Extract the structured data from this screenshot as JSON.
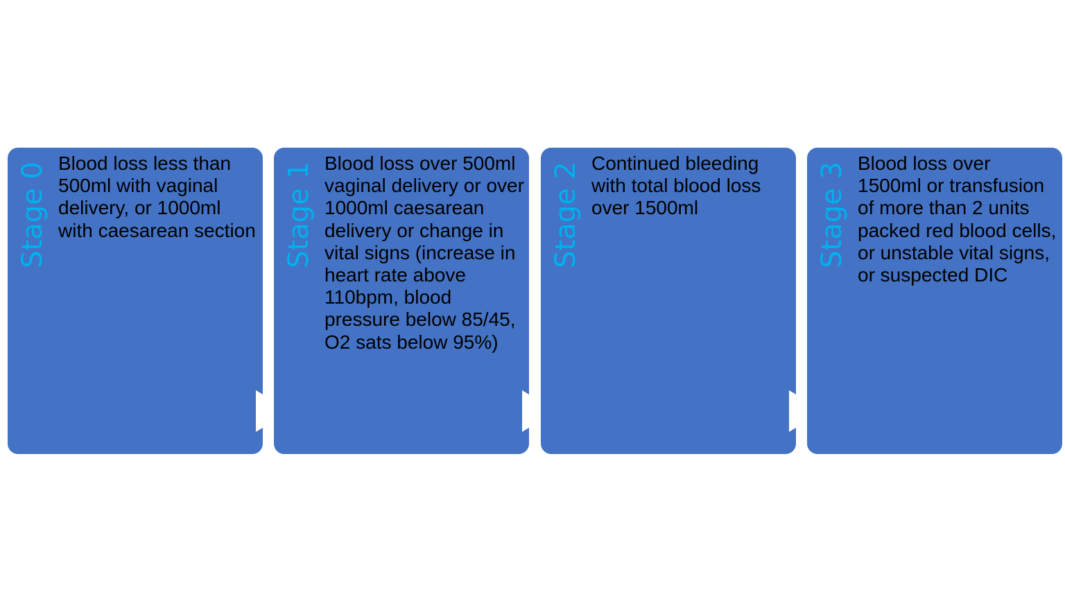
{
  "colors": {
    "box_fill": "#4472C4",
    "stage_label": "#00B0F0",
    "body_text": "#000000",
    "arrow": "#FFFFFF",
    "background": "#FFFFFF"
  },
  "stages": [
    {
      "label": "Stage 0",
      "text": "Blood loss less than 500ml with vaginal delivery, or 1000ml with caesarean section"
    },
    {
      "label": "Stage 1",
      "text": "Blood loss over 500ml vaginal delivery or over 1000ml caesarean delivery or change in vital signs (increase in heart rate above 110bpm, blood pressure below 85/45, O2 sats below 95%)"
    },
    {
      "label": "Stage 2",
      "text": "Continued bleeding with total blood loss over 1500ml"
    },
    {
      "label": "Stage 3",
      "text": "Blood loss over 1500ml or transfusion of more than 2 units packed red blood cells, or unstable vital signs, or suspected DIC"
    }
  ],
  "arrows": [
    {
      "icon": "chevron-right-icon"
    },
    {
      "icon": "chevron-right-icon"
    },
    {
      "icon": "chevron-right-icon"
    }
  ]
}
